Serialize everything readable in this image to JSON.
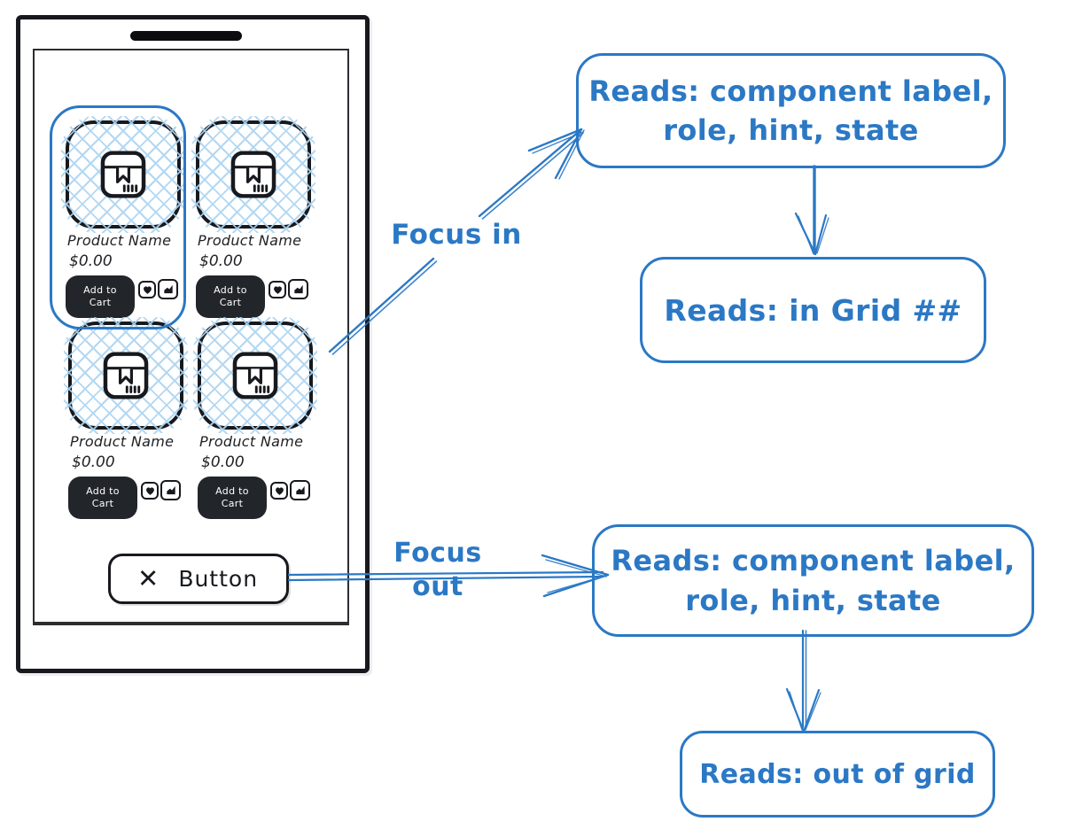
{
  "colors": {
    "accent_blue": "#2b78c5",
    "hatch_blue": "#abd4f1",
    "ink": "#17191e",
    "cta_background": "#22262b"
  },
  "phone": {
    "button_label": "Button",
    "button_icon": "✕"
  },
  "cards": [
    {
      "name": "Product Name",
      "price": "$0.00",
      "cta": "Add to Cart"
    },
    {
      "name": "Product Name",
      "price": "$0.00",
      "cta": "Add to Cart"
    },
    {
      "name": "Product Name",
      "price": "$0.00",
      "cta": "Add to Cart"
    },
    {
      "name": "Product Name",
      "price": "$0.00",
      "cta": "Add to Cart"
    }
  ],
  "arrow_labels": {
    "focus_in": "Focus in",
    "focus_out_line1": "Focus",
    "focus_out_line2": "out"
  },
  "boxes": {
    "top": {
      "line1": "Reads: component label,",
      "line2": "role, hint, state"
    },
    "in_grid": {
      "text": "Reads: in Grid ##"
    },
    "bottom": {
      "line1": "Reads: component label,",
      "line2": "role, hint, state"
    },
    "out_grid": {
      "text": "Reads: out of grid"
    }
  }
}
